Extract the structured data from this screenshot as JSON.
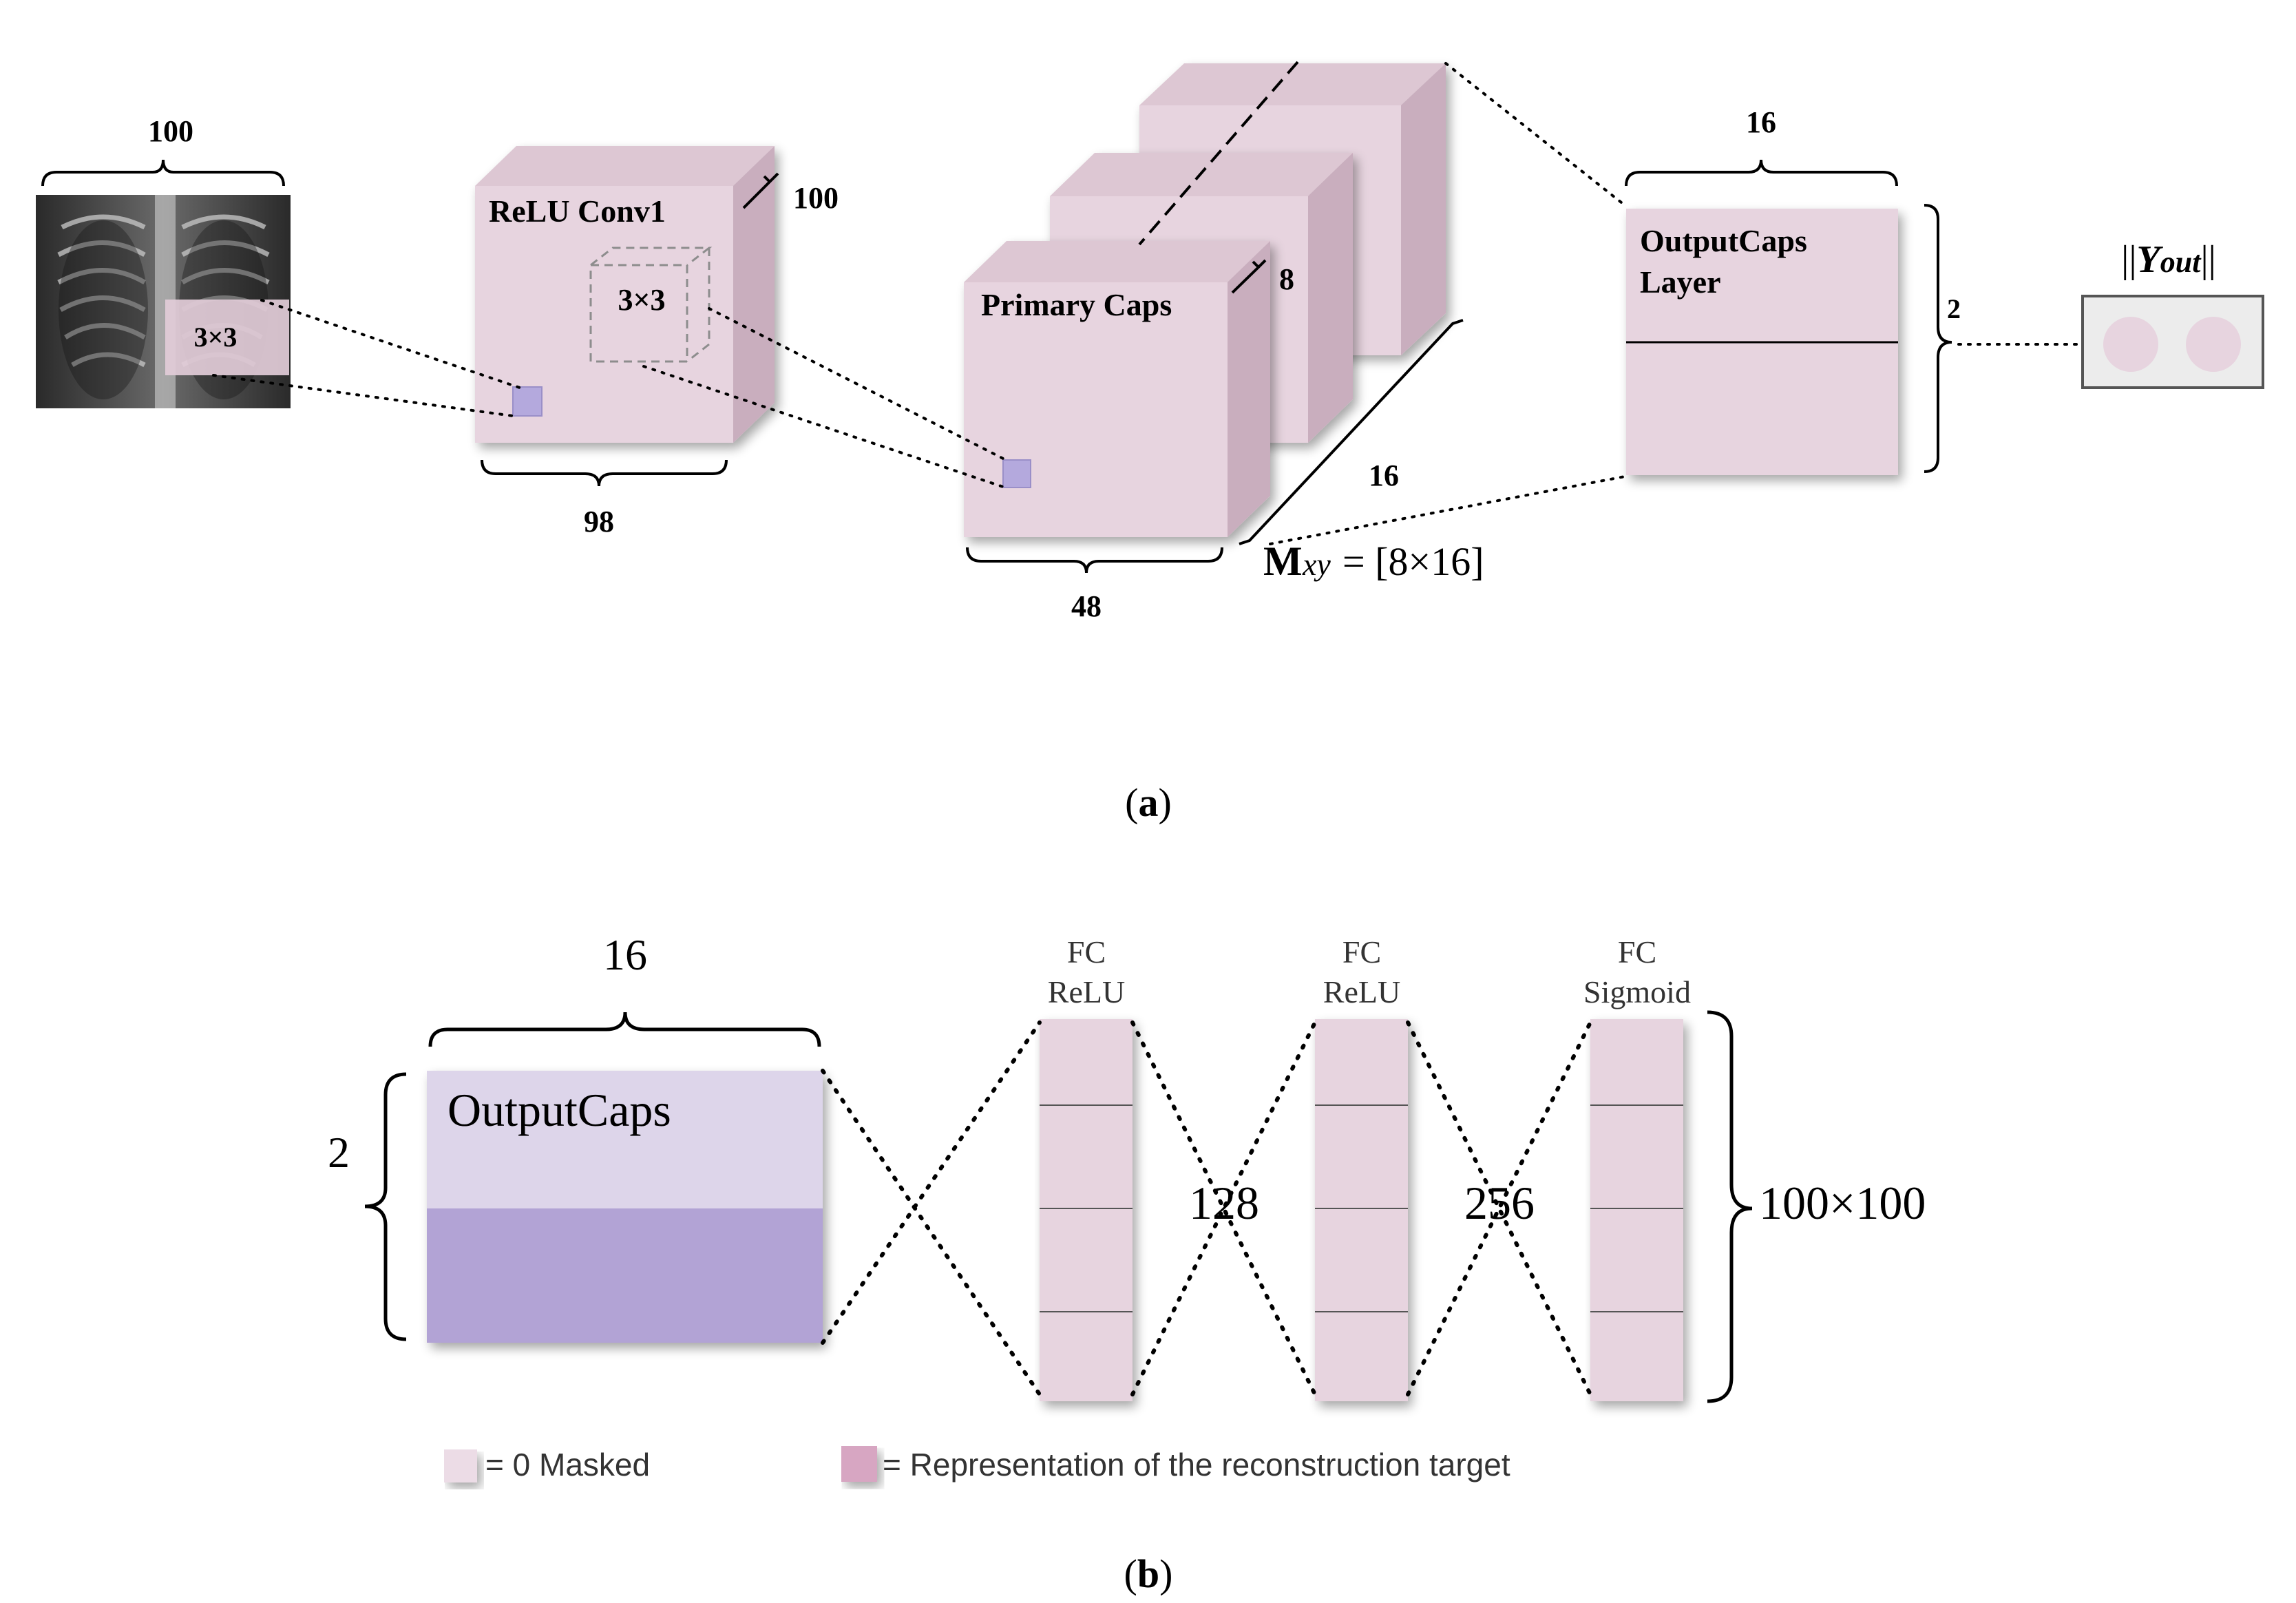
{
  "part_a": {
    "caption": "(a)",
    "caption_letter": "a",
    "input": {
      "width_label": "100",
      "kernel_label": "3×3"
    },
    "conv1": {
      "title": "ReLU Conv1",
      "depth_label": "100",
      "kernel_label": "3×3",
      "width_label": "98"
    },
    "primary_caps": {
      "title": "Primary Caps",
      "depth_label": "8",
      "stack_label": "16",
      "width_label": "48"
    },
    "weight_matrix": {
      "symbol": "M",
      "subscript": "xy",
      "value": " = [8×16]"
    },
    "output_caps": {
      "title_line1": "OutputCaps",
      "title_line2": "Layer",
      "width_label": "16",
      "height_label": "2"
    },
    "output_vector": {
      "label_prefix": "||",
      "label_main": "Y",
      "label_sub": "out",
      "label_suffix": "||"
    }
  },
  "part_b": {
    "caption": "(b)",
    "caption_letter": "b",
    "output_caps": {
      "title": "OutputCaps",
      "width_label": "16",
      "height_label": "2"
    },
    "fc_layers": [
      {
        "line1": "FC",
        "line2": "ReLU"
      },
      {
        "line1": "FC",
        "line2": "ReLU"
      },
      {
        "line1": "FC",
        "line2": "Sigmoid"
      }
    ],
    "between_labels": [
      "128",
      "256"
    ],
    "output_label": "100×100",
    "legend": [
      {
        "text": "= 0 Masked",
        "color": "#ecdce6"
      },
      {
        "text": "= Representation of the reconstruction target",
        "color": "#d7a6c2"
      }
    ]
  },
  "colors": {
    "cube_front": "#e7d4df",
    "cube_top": "#ddc7d3",
    "cube_side": "#c9aebe",
    "highlight_square": "#b4a9dd",
    "caps_top": "#ddd5ea",
    "caps_bottom": "#b2a3d5"
  }
}
